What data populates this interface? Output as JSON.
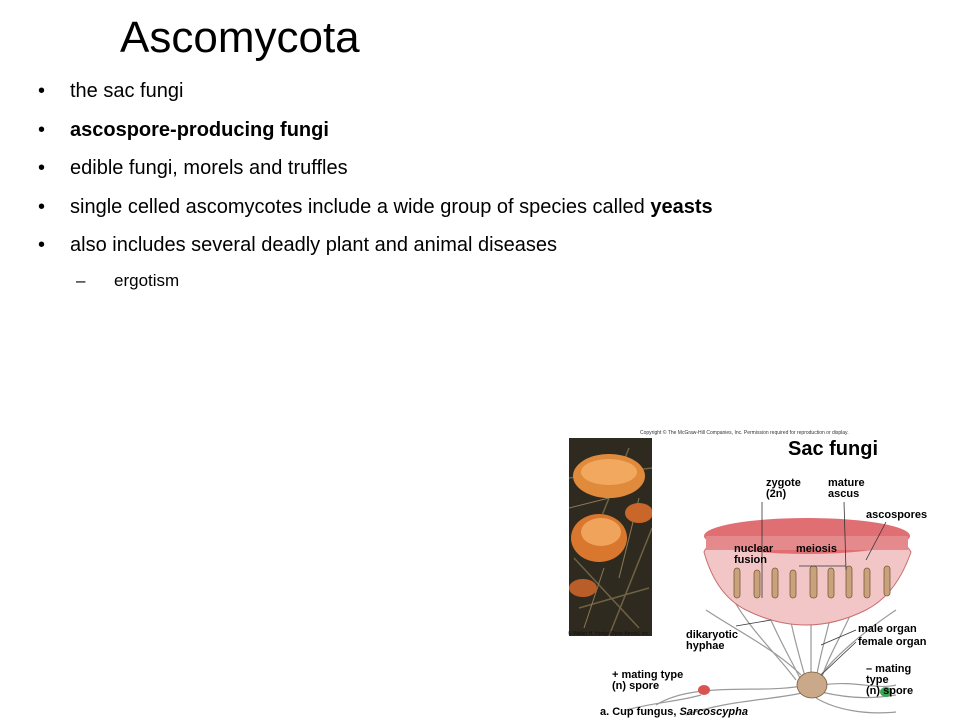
{
  "slide": {
    "title": "Ascomycota",
    "bullets": [
      {
        "parts": [
          {
            "text": "the sac fungi",
            "bold": false
          }
        ]
      },
      {
        "parts": [
          {
            "text": "ascospore-producing fungi",
            "bold": true
          }
        ]
      },
      {
        "parts": [
          {
            "text": "edible fungi, morels and truffles",
            "bold": false
          }
        ]
      },
      {
        "parts": [
          {
            "text": "single celled ascomycotes include a wide group of species called ",
            "bold": false
          },
          {
            "text": "yeasts",
            "bold": true
          }
        ]
      },
      {
        "parts": [
          {
            "text": "also includes several deadly plant and animal diseases",
            "bold": false
          }
        ]
      }
    ],
    "bullet_symbol": "•",
    "subbullet_symbol": "–",
    "subbullet": "ergotism"
  },
  "figure": {
    "copyright": "Copyright © The McGraw-Hill Companies, Inc. Permission required for reproduction or display.",
    "photo_credit": "© Walter H. Hodge/Peter Arnold, Inc.",
    "title": "Sac fungi",
    "labels": {
      "zygote_1": "zygote",
      "zygote_2": "(2n)",
      "mature_1": "mature",
      "mature_2": "ascus",
      "ascospores": "ascospores",
      "nuclear_1": "nuclear",
      "nuclear_2": "fusion",
      "meiosis": "meiosis",
      "dikaryotic_1": "dikaryotic",
      "dikaryotic_2": "hyphae",
      "male_organ": "male organ",
      "female_organ": "female organ",
      "plus_1": "+ mating type",
      "plus_2": "(n) spore",
      "minus_1": "– mating",
      "minus_2": "type",
      "minus_3": "(n) spore"
    },
    "caption_prefix": "a. Cup fungus, ",
    "caption_genus": "Sarcoscypha",
    "colors": {
      "cup": "#e8878a",
      "cup_top": "#f4b8b8",
      "hyphae": "#8a8a8a",
      "ascus": "#c8a27a",
      "plus_spore": "#d9534f",
      "minus_spore": "#3aa655"
    }
  }
}
